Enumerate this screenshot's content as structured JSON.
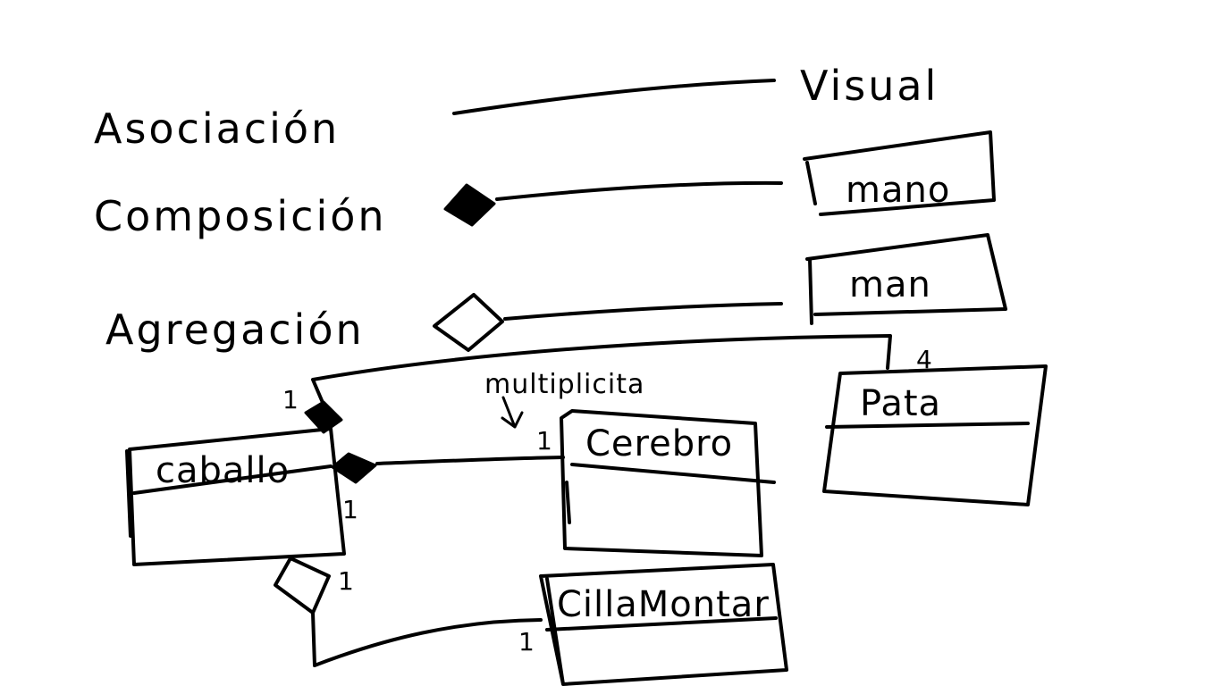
{
  "legend": {
    "association_label": "Asociación",
    "composition_label": "Composición",
    "aggregation_label": "Agregación",
    "visual_label": "Visual",
    "example_mano": "mano",
    "example_man": "man"
  },
  "classes": {
    "caballo": "caballo",
    "cerebro": "Cerebro",
    "pata": "Pata",
    "silla": "CillaMontar"
  },
  "multiplicities": {
    "caballo_top": "1",
    "caballo_right": "1",
    "caballo_bottom": "1",
    "cerebro": "1",
    "pata": "4",
    "silla": "1"
  },
  "annotation": {
    "multiplicity_note": "multiplicita"
  }
}
